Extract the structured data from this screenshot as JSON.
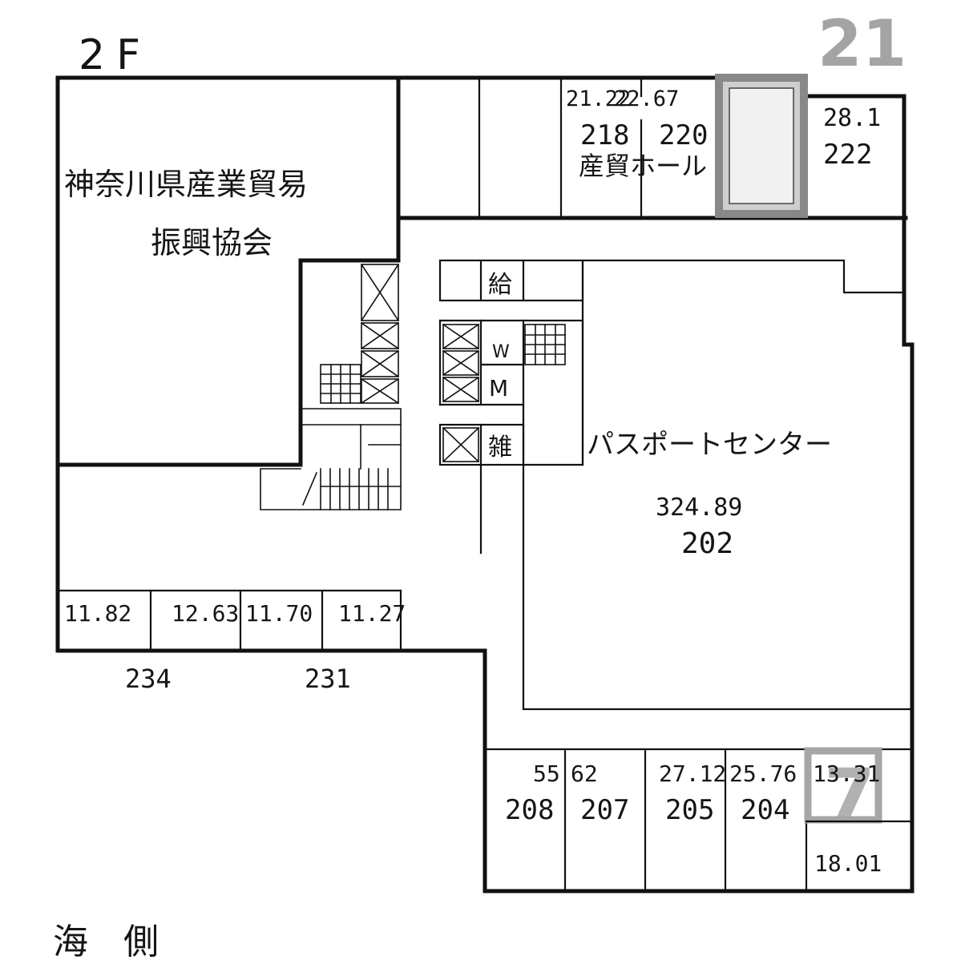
{
  "floor": {
    "label": "2F"
  },
  "corner_marks": {
    "top_right": "21",
    "bottom_right": "7"
  },
  "tenant_office": {
    "name_line1": "神奈川県産業貿易",
    "name_line2": "振興協会"
  },
  "passport_center": {
    "name": "パスポートセンター",
    "area": "324.89",
    "room": "202"
  },
  "trade_hall": {
    "area_218": "21.22",
    "area_220": "22.67",
    "room_218": "218",
    "room_220": "220",
    "name": "産貿ホール"
  },
  "room_222": {
    "area": "28.1",
    "room": "222"
  },
  "core": {
    "kyuto": "給",
    "women": "W",
    "men": "M",
    "storage": "雑"
  },
  "west_rooms": {
    "areas": [
      "11.82",
      "12.63",
      "11.70",
      "11.27"
    ],
    "room_234": "234",
    "room_231": "231"
  },
  "south_rooms": {
    "area_208": "55",
    "area_207": "62",
    "area_205": "27.12",
    "area_204": "25.76",
    "area_small_top": "13.31",
    "area_small_bottom": "18.01",
    "room_208": "208",
    "room_207": "207",
    "room_205": "205",
    "room_204": "204"
  },
  "footer": {
    "sea_side": "海　側"
  }
}
